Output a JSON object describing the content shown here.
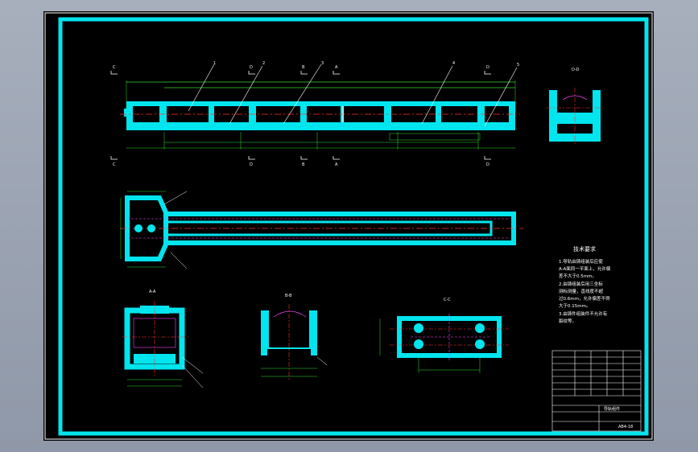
{
  "drawing": {
    "section_labels": {
      "aa": "A-A",
      "bb": "B-B",
      "cc": "C-C",
      "dd": "D-D"
    },
    "cut_markers": [
      "C",
      "D",
      "B",
      "A",
      "D",
      "C",
      "D",
      "B",
      "A",
      "D"
    ],
    "part_balloons": [
      "1",
      "2",
      "3",
      "4",
      "5"
    ],
    "tech_requirements": {
      "title": "技术要求",
      "lines": [
        "1.导轨由铸组装后应使",
        "A-A面同一平面上，允许偏",
        "差不大于0.5mm。",
        "2.由铸组装后用三坐标",
        "测标测量，直线度不超",
        "过0.6mm，允许偏差不得",
        "大于0.15mm。",
        "3.由铸件组装件不允许有",
        "裂纹等。"
      ]
    },
    "title_block": {
      "name": "导轨组件",
      "code": "AB4-18"
    },
    "colors": {
      "frame": "#00e5ee",
      "sheet": "#000000",
      "line_white": "#ffffff",
      "line_green": "#33dd33",
      "line_red": "#ff3030",
      "line_magenta": "#ff44ff",
      "fill_cyan": "#00e5ee"
    }
  }
}
